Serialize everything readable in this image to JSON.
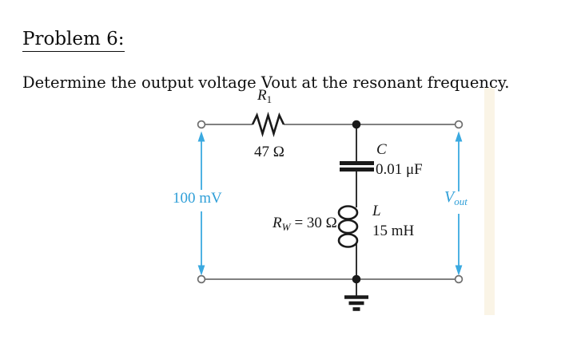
{
  "title": "Problem 6:",
  "question": "Determine the output voltage Vout at the resonant frequency.",
  "circuit": {
    "r1": {
      "symbol": "R",
      "sub": "1",
      "value": "47 Ω"
    },
    "cap": {
      "symbol": "C",
      "value": "0.01 μF"
    },
    "ind": {
      "symbol": "L",
      "value": "15 mH"
    },
    "rw": {
      "symbol": "R",
      "sub": "W",
      "value": "= 30 Ω"
    },
    "source": {
      "value": "100 mV"
    },
    "vout": {
      "symbol": "V",
      "sub": "out"
    }
  },
  "colors": {
    "accent_blue": "#2f9fd8",
    "wire_gray": "#6e6e6e",
    "component_black": "#1a1a1a",
    "figure_edge_cream": "#faf4e6"
  }
}
